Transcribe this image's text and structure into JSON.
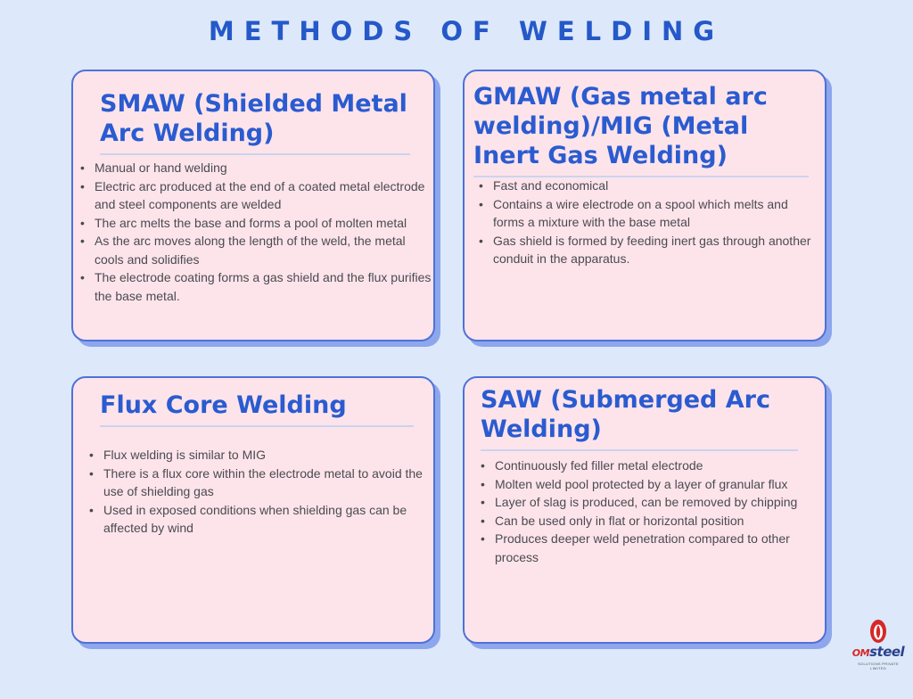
{
  "title": "METHODS OF WELDING",
  "cards": [
    {
      "title": "SMAW (Shielded Metal Arc Welding)",
      "bullets": [
        "Manual or hand welding",
        "Electric arc produced at the end of a coated metal electrode and steel components are welded",
        "The arc melts the base and forms a pool of molten metal",
        "As the arc moves along the length of the weld, the metal cools and solidifies",
        "The electrode coating forms a gas shield and the flux purifies the base metal."
      ]
    },
    {
      "title": "GMAW (Gas metal arc welding)/MIG (Metal Inert Gas Welding)",
      "bullets": [
        "Fast and economical",
        "Contains a wire electrode on a spool which melts and forms a mixture with the base metal",
        "Gas shield is formed by feeding inert gas through another conduit in the apparatus."
      ]
    },
    {
      "title": "Flux Core Welding",
      "bullets": [
        "Flux welding is similar to MIG",
        "There is a flux core within the electrode metal to avoid the use of shielding gas",
        "Used in exposed conditions when shielding gas can be affected by wind"
      ]
    },
    {
      "title": "SAW (Submerged Arc Welding)",
      "bullets": [
        "Continuously fed filler metal electrode",
        "Molten weld pool protected by a layer of granular flux",
        "Layer of slag is produced, can be removed by chipping",
        "Can be used only in flat or horizontal position",
        "Produces deeper weld penetration compared to other process"
      ]
    }
  ],
  "logo": {
    "prefix": "OM",
    "word": "steel",
    "tagline": "SOLUTIONS PRIVATE LIMITED"
  },
  "colors": {
    "background": "#dde9fa",
    "card_fill": "#fde4ea",
    "card_border": "#4d72d9",
    "heading": "#2a5bd0",
    "logo_red": "#d62828"
  }
}
